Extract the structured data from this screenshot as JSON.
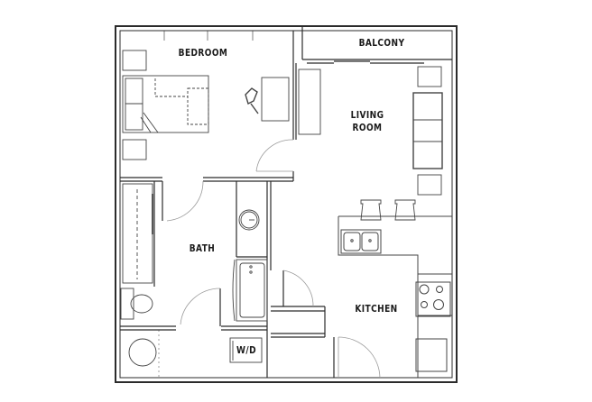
{
  "floor_plan": {
    "rooms": [
      {
        "id": "bedroom",
        "label": "BEDROOM"
      },
      {
        "id": "balcony",
        "label": "BALCONY"
      },
      {
        "id": "living_room",
        "label": "LIVING\nROOM"
      },
      {
        "id": "bath",
        "label": "BATH"
      },
      {
        "id": "kitchen",
        "label": "KITCHEN"
      },
      {
        "id": "washer_dryer",
        "label": "W/D"
      }
    ],
    "colors": {
      "wall": "#2b2b2b",
      "fixture": "#555555",
      "door_swing": "#9a9a9a",
      "background": "#ffffff"
    }
  }
}
